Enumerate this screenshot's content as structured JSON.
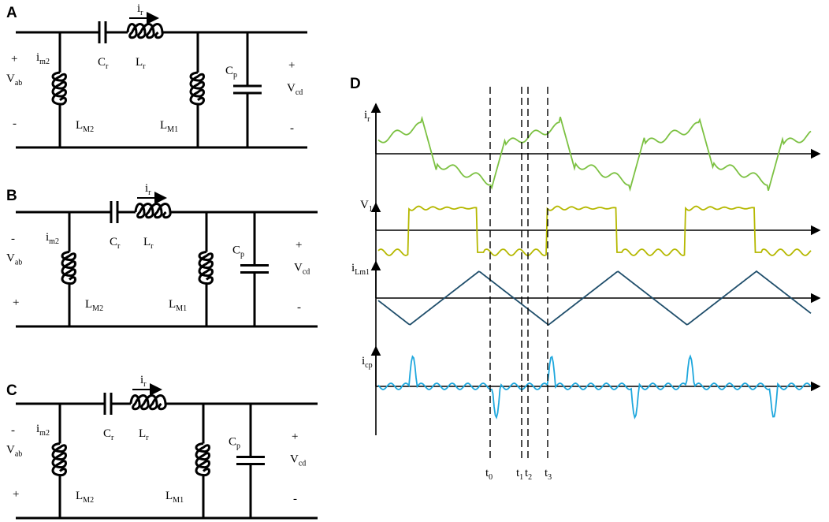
{
  "panels": [
    {
      "id": "A",
      "label": "A",
      "current": {
        "main": "i",
        "sub": "r"
      },
      "im": {
        "main": "i",
        "sub": "m2"
      },
      "cr": {
        "main": "C",
        "sub": "r"
      },
      "lr": {
        "main": "L",
        "sub": "r"
      },
      "lm2": {
        "main": "L",
        "sub": "M2"
      },
      "lm1": {
        "main": "L",
        "sub": "M1"
      },
      "cp": {
        "main": "C",
        "sub": "p"
      },
      "vab": {
        "main": "V",
        "sub": "ab"
      },
      "vcd": {
        "main": "V",
        "sub": "cd"
      },
      "left_top_sign": "+",
      "left_bottom_sign": "-",
      "right_top_sign": "+",
      "right_bottom_sign": "-",
      "cp_color": "#000000"
    },
    {
      "id": "B",
      "label": "B",
      "current": {
        "main": "i",
        "sub": "r"
      },
      "im": {
        "main": "i",
        "sub": "m2"
      },
      "cr": {
        "main": "C",
        "sub": "r"
      },
      "lr": {
        "main": "L",
        "sub": "r"
      },
      "lm2": {
        "main": "L",
        "sub": "M2"
      },
      "lm1": {
        "main": "L",
        "sub": "M1"
      },
      "cp": {
        "main": "C",
        "sub": "p"
      },
      "vab": {
        "main": "V",
        "sub": "ab"
      },
      "vcd": {
        "main": "V",
        "sub": "cd"
      },
      "left_top_sign": "-",
      "left_bottom_sign": "+",
      "right_top_sign": "+",
      "right_bottom_sign": "-",
      "cp_color": "#000000"
    },
    {
      "id": "C",
      "label": "C",
      "current": {
        "main": "i",
        "sub": "r"
      },
      "im": {
        "main": "i",
        "sub": "m2"
      },
      "cr": {
        "main": "C",
        "sub": "r"
      },
      "lr": {
        "main": "L",
        "sub": "r"
      },
      "lm2": {
        "main": "L",
        "sub": "M2"
      },
      "lm1": {
        "main": "L",
        "sub": "M1"
      },
      "cp": {
        "main": "C",
        "sub": "p"
      },
      "vab": {
        "main": "V",
        "sub": "ab"
      },
      "vcd": {
        "main": "V",
        "sub": "cd"
      },
      "left_top_sign": "-",
      "left_bottom_sign": "+",
      "right_top_sign": "+",
      "right_bottom_sign": "-",
      "cp_color": "#8c8c8c"
    }
  ],
  "waveforms": {
    "label": "D",
    "traces": [
      {
        "name": {
          "main": "i",
          "sub": "r"
        },
        "color": "#7cc142"
      },
      {
        "name": {
          "main": "V",
          "sub": "1"
        },
        "color": "#b5b800"
      },
      {
        "name": {
          "main": "i",
          "sub": "Lm1"
        },
        "color": "#1f4e6b"
      },
      {
        "name": {
          "main": "i",
          "sub": "cp"
        },
        "color": "#1ea7dd"
      }
    ],
    "time_marks": [
      {
        "main": "t",
        "sub": "0"
      },
      {
        "main": "t",
        "sub": "1"
      },
      {
        "main": "t",
        "sub": "2"
      },
      {
        "main": "t",
        "sub": "3"
      }
    ]
  }
}
